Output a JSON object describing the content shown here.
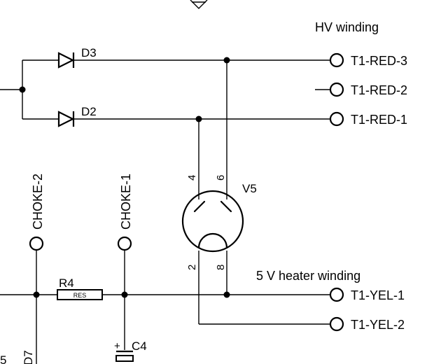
{
  "headings": {
    "hv": "HV winding",
    "heater": "5 V heater winding"
  },
  "terminals": {
    "t1_red_3": "T1-RED-3",
    "t1_red_2": "T1-RED-2",
    "t1_red_1": "T1-RED-1",
    "t1_yel_1": "T1-YEL-1",
    "t1_yel_2": "T1-YEL-2",
    "choke_2": "CHOKE-2",
    "choke_1": "CHOKE-1"
  },
  "components": {
    "d3": "D3",
    "d2": "D2",
    "v5": "V5",
    "r4": "R4",
    "r4_body": "RES",
    "c4": "C4",
    "c4_polarity": "+",
    "partial_left_ref": "D7",
    "partial_corner": "5"
  },
  "tube_pins": {
    "p4": "4",
    "p6": "6",
    "p2": "2",
    "p8": "8"
  }
}
